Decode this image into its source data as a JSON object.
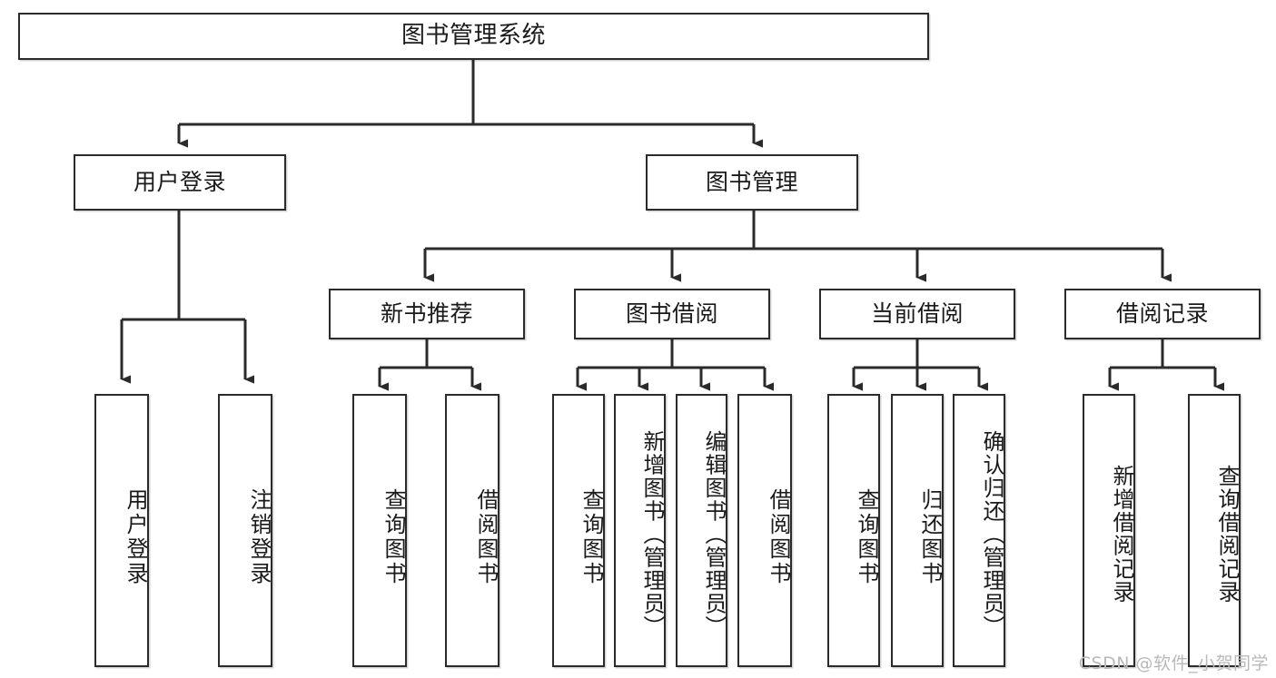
{
  "diagram": {
    "title": "图书管理系统",
    "watermark": "CSDN @软件_小贺同学",
    "line_color": "#2b2b2b",
    "box_fill": "#ffffff",
    "text_color": "#1a1a1a",
    "watermark_color": "#b9b9b9"
  },
  "levels": {
    "root": {
      "label": "图书管理系统"
    },
    "level2": [
      {
        "label": "用户登录"
      },
      {
        "label": "图书管理"
      }
    ],
    "level3": [
      {
        "label": "新书推荐"
      },
      {
        "label": "图书借阅"
      },
      {
        "label": "当前借阅"
      },
      {
        "label": "借阅记录"
      }
    ],
    "leaves": {
      "user_login": [
        {
          "label": "用户登录"
        },
        {
          "label": "注销登录"
        }
      ],
      "new_book": [
        {
          "label": "查询图书"
        },
        {
          "label": "借阅图书"
        }
      ],
      "book_borrow": [
        {
          "label": "查询图书"
        },
        {
          "label": "新增图书（管理员）"
        },
        {
          "label": "编辑图书（管理员）"
        },
        {
          "label": "借阅图书"
        }
      ],
      "current_borrow": [
        {
          "label": "查询图书"
        },
        {
          "label": "归还图书"
        },
        {
          "label": "确认归还（管理员）"
        }
      ],
      "borrow_record": [
        {
          "label": "新增借阅记录"
        },
        {
          "label": "查询借阅记录"
        }
      ]
    }
  }
}
